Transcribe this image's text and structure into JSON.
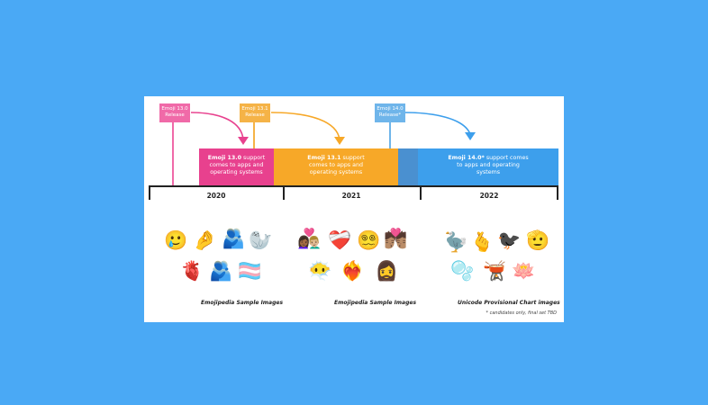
{
  "flags": [
    {
      "line1": "Emoji 13.0",
      "line2": "Release",
      "color": "#f06aa8"
    },
    {
      "line1": "Emoji 13.1",
      "line2": "Release",
      "color": "#f5b347"
    },
    {
      "line1": "Emoji 14.0",
      "line2": "Release*",
      "color": "#6fb5ea"
    }
  ],
  "bands": [
    {
      "version": "Emoji 13.0",
      "text": " support comes to apps and operating systems",
      "color": "#e8418e"
    },
    {
      "version": "Emoji 13.1",
      "text": " support comes to apps and operating systems",
      "color": "#f7a828"
    },
    {
      "version": "Emoji 14.0*",
      "text": " support comes to apps and operating systems",
      "color": "#3d9fec"
    }
  ],
  "years": [
    "2020",
    "2021",
    "2022"
  ],
  "emoji_groups": [
    {
      "row1": [
        "🥲",
        "🤌",
        "🫂",
        "🦭"
      ],
      "row2": [
        "🫀",
        "🫂",
        "🏳️‍⚧️"
      ],
      "caption": "Emojipedia Sample Images"
    },
    {
      "row1": [
        "👩🏾‍❤️‍👨🏼",
        "❤️‍🩹",
        "😵‍💫",
        "💏🏽"
      ],
      "row2": [
        "😶‍🌫️",
        "❤️‍🔥",
        "🧔‍♀️"
      ],
      "caption": "Emojipedia Sample Images"
    },
    {
      "row1": [
        "🦤",
        "🫰",
        "🐦‍⬛",
        "🫡"
      ],
      "row2": [
        "🫧",
        "🫕",
        "🪷"
      ],
      "caption": "Unicode Provisional Chart images"
    }
  ],
  "footnote": "* candidates only, final set TBD",
  "colors": {
    "background": "#4aa9f5",
    "pink": "#e8418e",
    "orange": "#f7a828",
    "blue": "#3d9fec"
  }
}
